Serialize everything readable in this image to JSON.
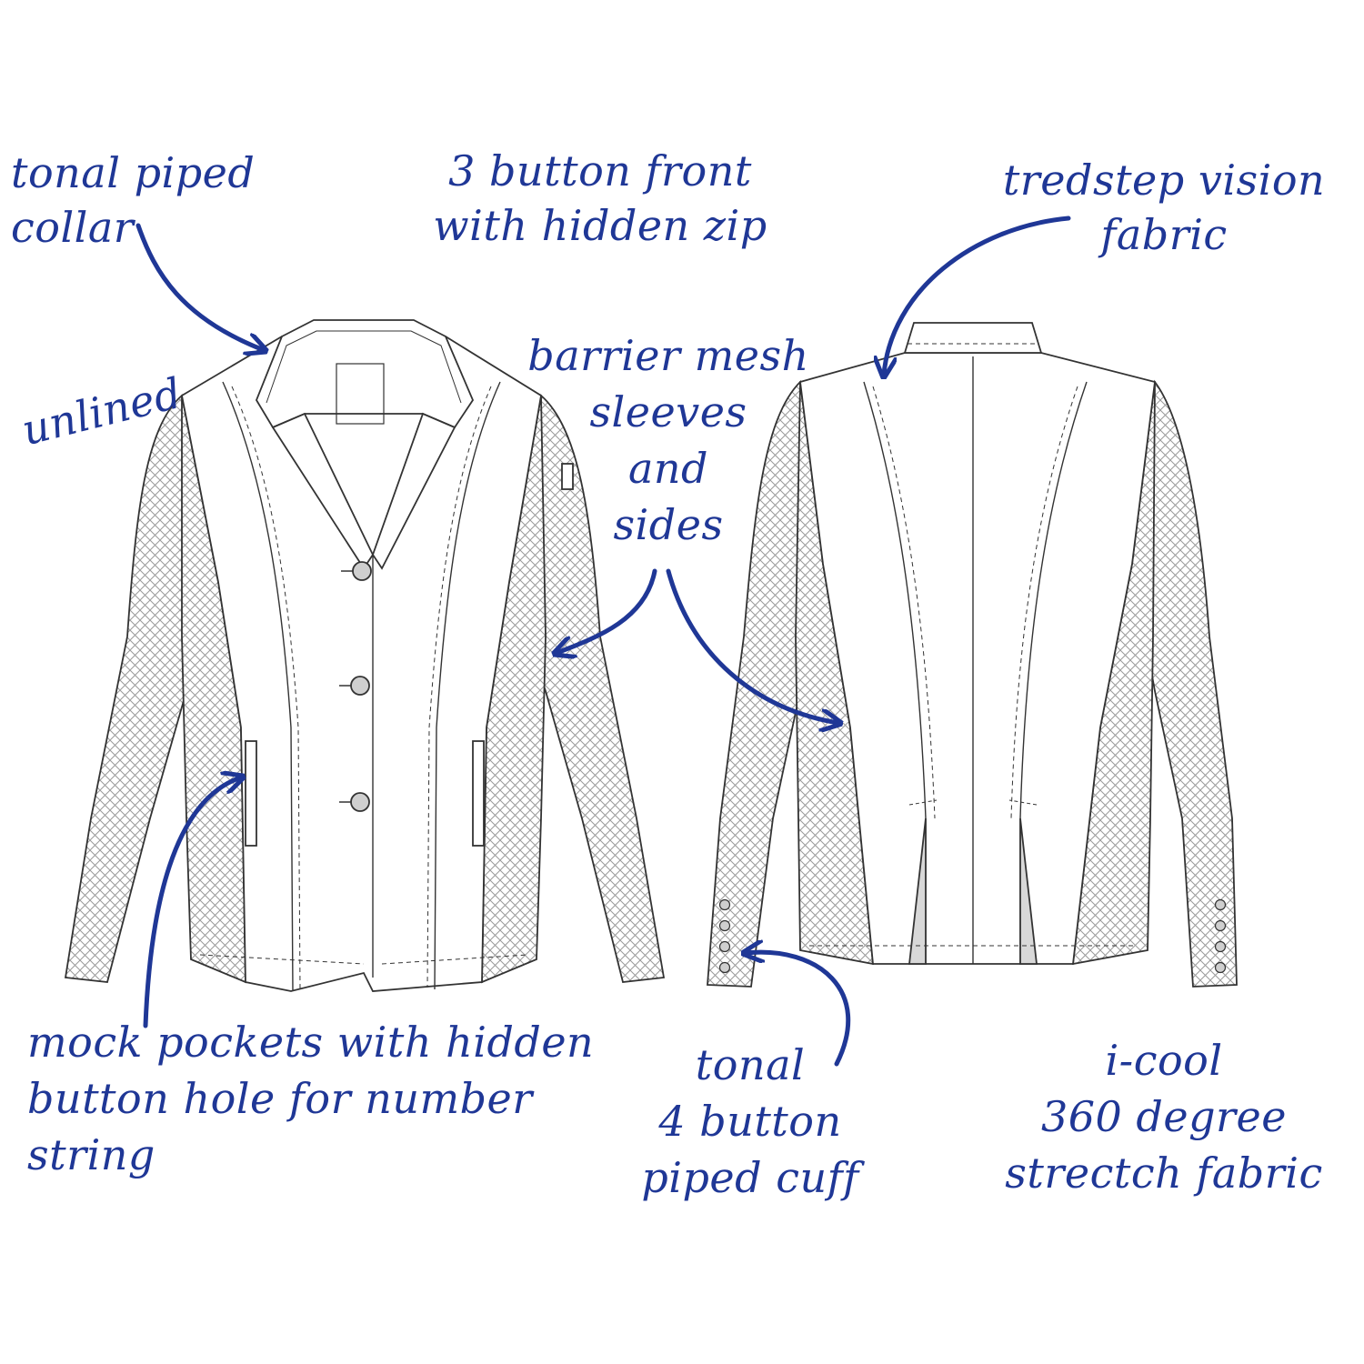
{
  "colors": {
    "annotation": "#1f3796",
    "outline": "#333333",
    "mesh": "#9a9a9a",
    "lining": "#d8d8d8"
  },
  "labels": {
    "collar": [
      "tonal piped",
      "collar"
    ],
    "front": [
      "3 button front",
      "with hidden zip"
    ],
    "vision": [
      "tredstep vision",
      "fabric"
    ],
    "unlined": "unlined",
    "mesh": [
      "barrier mesh",
      "sleeves",
      "and",
      "sides"
    ],
    "pockets": [
      "mock pockets with hidden",
      "button hole for number",
      "string"
    ],
    "cuff": [
      "tonal",
      "4 button",
      "piped cuff"
    ],
    "icool": [
      "i-cool",
      "360 degree",
      "strectch fabric"
    ]
  }
}
